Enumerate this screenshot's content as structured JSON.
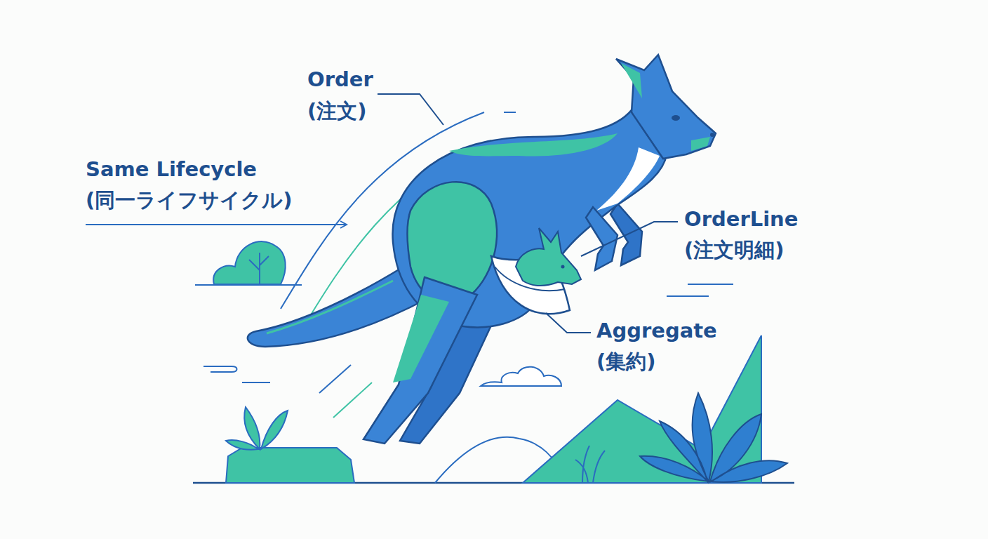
{
  "diagram": {
    "labels": [
      "Order",
      "(注文)",
      "Same Lifecycle",
      "(同一ライフサイクル)",
      "OrderLine",
      "(注文明細)",
      "Aggregate",
      "(集約)"
    ]
  }
}
